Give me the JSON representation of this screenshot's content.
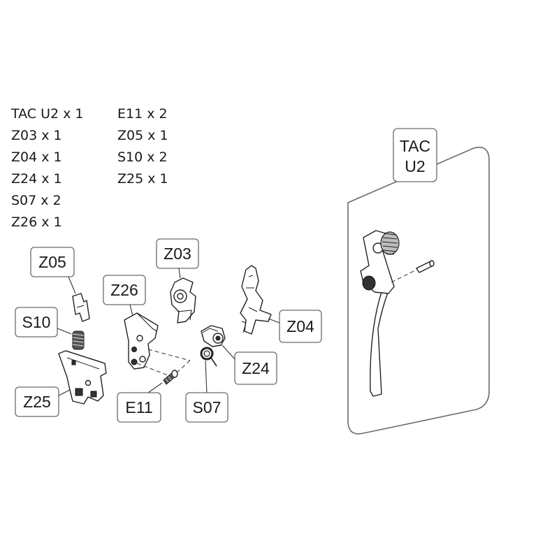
{
  "parts_list": {
    "left": [
      "TAC U2 x 1",
      "Z03 x 1",
      "Z04 x 1",
      "Z24 x 1",
      "S07 x 2",
      "Z26 x 1"
    ],
    "right": [
      "E11 x 2",
      "Z05 x 1",
      "S10 x 2",
      "Z25 x 1"
    ]
  },
  "labels": {
    "tac_u2_line1": "TAC",
    "tac_u2_line2": "U2",
    "z05": "Z05",
    "z03": "Z03",
    "z26": "Z26",
    "s10": "S10",
    "z04": "Z04",
    "z24": "Z24",
    "z25": "Z25",
    "e11": "E11",
    "s07": "S07"
  }
}
